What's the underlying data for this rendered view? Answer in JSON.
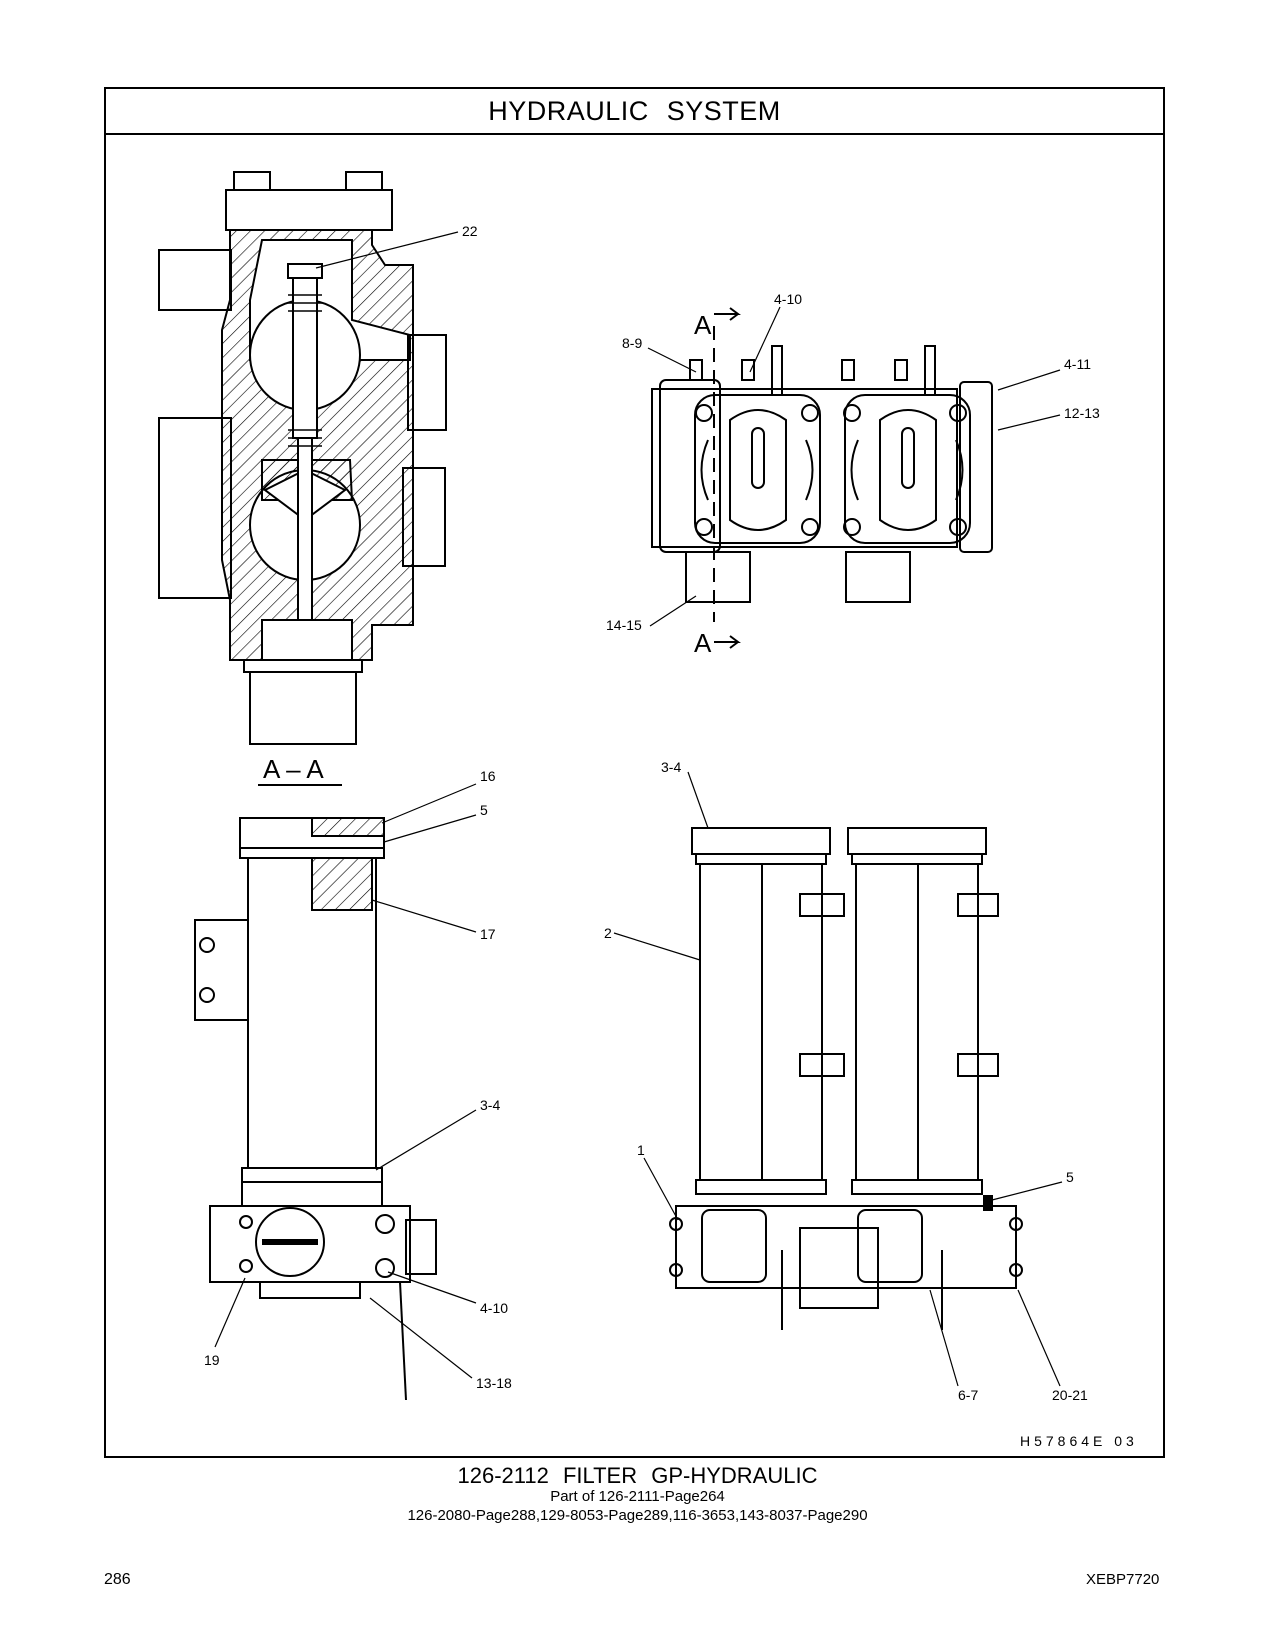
{
  "header": {
    "title": "HYDRAULIC   SYSTEM"
  },
  "callouts": {
    "c22": "22",
    "c4_10_top": "4-10",
    "c8_9": "8-9",
    "c4_11": "4-11",
    "c12_13": "12-13",
    "c14_15": "14-15",
    "c16": "16",
    "c5_left": "5",
    "c17": "17",
    "c3_4_mid": "3-4",
    "c4_10_bottom": "4-10",
    "c19": "19",
    "c13_18": "13-18",
    "c3_4_top": "3-4",
    "c2": "2",
    "c1": "1",
    "c5_right": "5",
    "c6_7": "6-7",
    "c20_21": "20-21"
  },
  "section_labels": {
    "arrow_a": "A",
    "section_aa": "A – A"
  },
  "illustration_id": "H57864E   03",
  "caption": {
    "part": "126-2112   FILTER  GP-HYDRAULIC",
    "part_of": "Part of 126-2111-Page264",
    "refs": "126-2080-Page288,129-8053-Page289,116-3653,143-8037-Page290"
  },
  "footer": {
    "page_number": "286",
    "doc_number": "XEBP7720"
  }
}
